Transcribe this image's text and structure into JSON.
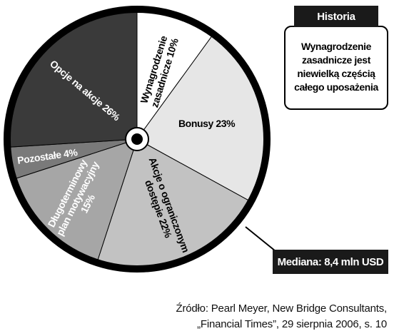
{
  "chart_data": {
    "type": "pie",
    "slices": [
      {
        "label_lines": [
          "Wynagrodzenie",
          "zasadnicze 10%"
        ],
        "category": "Wynagrodzenie zasadnicze",
        "value": 10,
        "color": "#ffffff"
      },
      {
        "label_lines": [
          "Bonusy 23%"
        ],
        "category": "Bonusy",
        "value": 23,
        "color": "#e6e6e6"
      },
      {
        "label_lines": [
          "Akcje o ograniczonym",
          "dostępie 22%"
        ],
        "category": "Akcje o ograniczonym dostępie",
        "value": 22,
        "color": "#c2c2c2"
      },
      {
        "label_lines": [
          "Długoterminowy",
          "plan motywacyjny",
          "15%"
        ],
        "category": "Długoterminowy plan motywacyjny",
        "value": 15,
        "color": "#a6a6a6"
      },
      {
        "label_lines": [
          "Pozostałe 4%"
        ],
        "category": "Pozostałe",
        "value": 4,
        "color": "#7a7a7a"
      },
      {
        "label_lines": [
          "Opcje na akcje 26%"
        ],
        "category": "Opcje na akcje",
        "value": 26,
        "color": "#3a3a3a"
      }
    ]
  },
  "note": {
    "header": "Historia",
    "lines": [
      "Wynagrodzenie",
      "zasadnicze jest",
      "niewielką częścią",
      "całego uposażenia"
    ]
  },
  "median": "Mediana: 8,4 mln USD",
  "source": {
    "line1": "Źródło: Pearl Meyer, New Bridge Consultants,",
    "line2": "„Financial Times”, 29 sierpnia 2006, s. 10"
  }
}
